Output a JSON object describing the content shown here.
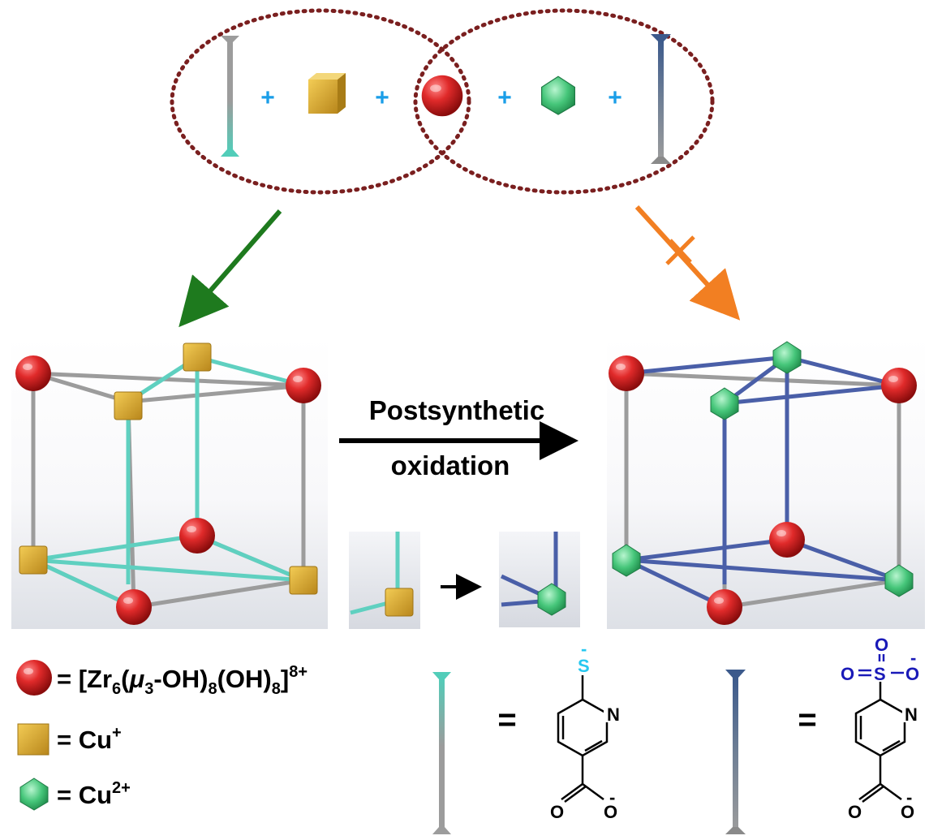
{
  "top_equation": {
    "plus_sign": "+"
  },
  "reaction": {
    "label_line1": "Postsynthetic",
    "label_line2": "oxidation"
  },
  "legend": {
    "zr_cluster": {
      "eq": "= [Zr",
      "sub6": "6",
      "open": "(",
      "mu": "μ",
      "sub3": "3",
      "oh1": "-OH)",
      "sub8a": "8",
      "oh2": "(OH)",
      "sub8b": "8",
      "close": "]",
      "sup": "8+"
    },
    "cu_plus": {
      "eq": "= Cu",
      "sup": "+"
    },
    "cu_2plus": {
      "eq": "= Cu",
      "sup": "2+"
    },
    "equals": "="
  },
  "molecule_thiolate": {
    "S": "S",
    "S_charge": "-",
    "N": "N",
    "O1": "O",
    "O2": "O",
    "O_charge": "-"
  },
  "molecule_sulfonate": {
    "S": "S",
    "O_top": "O",
    "O_left": "O",
    "O_right": "O",
    "O_right_charge": "-",
    "N": "N",
    "O1": "O",
    "O2": "O",
    "O_charge": "-"
  },
  "colors": {
    "zr": "#d8262b",
    "cu_plus": "#e0b233",
    "cu_2plus": "#4fcf85",
    "thiol_linker": "#5fd0c0",
    "sulfonate_linker": "#4a5fa8",
    "arrow_ok": "#1e7a1e",
    "arrow_blocked": "#f27f22",
    "dotted_ellipse": "#7a1f1f",
    "plus": "#1a9ee8",
    "sulfonate_atoms": "#1a1ab8",
    "thiolate_S": "#28c8f0"
  }
}
